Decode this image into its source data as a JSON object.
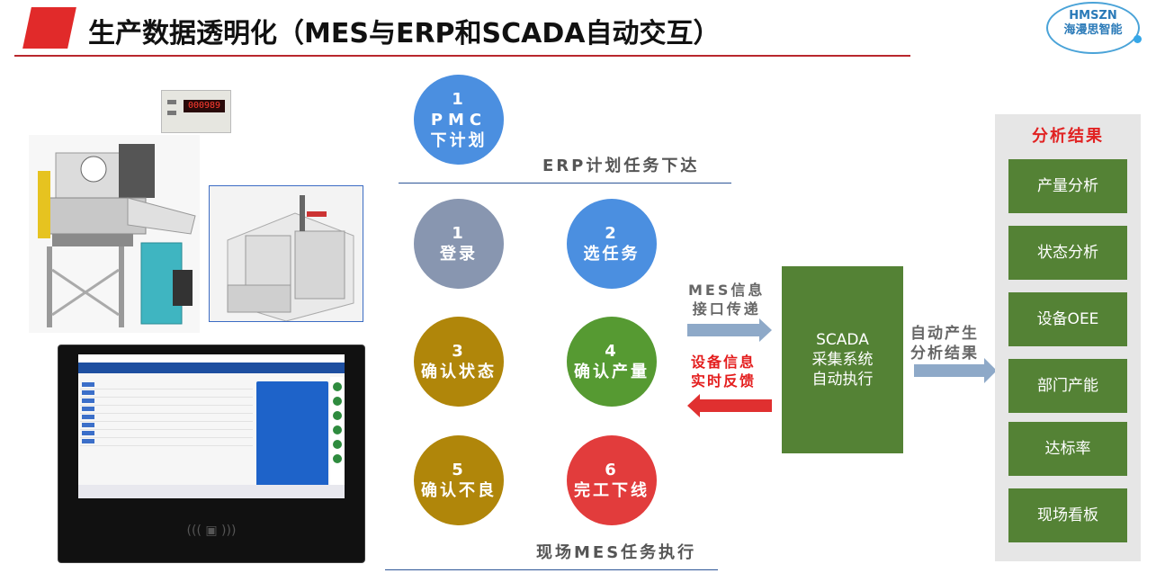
{
  "header": {
    "title": "生产数据透明化（MES与ERP和SCADA自动交互）",
    "logo_top": "HMSZN",
    "logo_bottom": "海漫思智能"
  },
  "counter_display": "000989",
  "erp": {
    "step1_num": "1",
    "step1_text1": "PMC",
    "step1_text2": "下计划",
    "section_label": "ERP计划任务下达"
  },
  "mes_steps": [
    {
      "num": "1",
      "text": "登录"
    },
    {
      "num": "2",
      "text": "选任务"
    },
    {
      "num": "3",
      "text": "确认状态"
    },
    {
      "num": "4",
      "text": "确认产量"
    },
    {
      "num": "5",
      "text": "确认不良"
    },
    {
      "num": "6",
      "text": "完工下线"
    }
  ],
  "mes_section_label": "现场MES任务执行",
  "arrows": {
    "mes_line1": "MES信息",
    "mes_line2": "接口传递",
    "fb_line1": "设备信息",
    "fb_line2": "实时反馈",
    "auto_line1": "自动产生",
    "auto_line2": "分析结果"
  },
  "scada": {
    "line1": "SCADA",
    "line2": "采集系统",
    "line3": "自动执行"
  },
  "results": {
    "title": "分析结果",
    "items": [
      "产量分析",
      "状态分析",
      "设备OEE",
      "部门产能",
      "达标率",
      "现场看板"
    ]
  }
}
